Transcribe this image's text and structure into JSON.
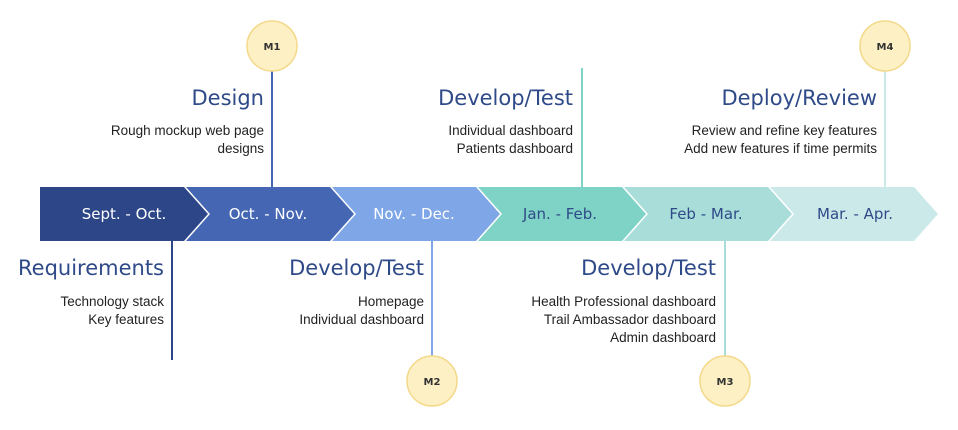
{
  "timeline": {
    "periods": [
      {
        "label": "Sept. - Oct.",
        "fill": "#2c4688",
        "text_color": "#ffffff"
      },
      {
        "label": "Oct. - Nov.",
        "fill": "#4466b3",
        "text_color": "#ffffff"
      },
      {
        "label": "Nov. - Dec.",
        "fill": "#7fa6e6",
        "text_color": "#ffffff"
      },
      {
        "label": "Jan. - Feb.",
        "fill": "#7fd3c6",
        "text_color": "#2f4a88"
      },
      {
        "label": "Feb - Mar.",
        "fill": "#a9ddd9",
        "text_color": "#2f4a88"
      },
      {
        "label": "Mar. - Apr.",
        "fill": "#cce9ea",
        "text_color": "#2f4a88"
      }
    ]
  },
  "phases": [
    {
      "title": "Requirements",
      "items": [
        "Technology stack",
        "Key features"
      ],
      "line_color": "#2c4688"
    },
    {
      "title": "Design",
      "items": [
        "Rough mockup web page",
        "designs"
      ],
      "line_color": "#4466b3"
    },
    {
      "title": "Develop/Test",
      "items": [
        "Homepage",
        "Individual dashboard"
      ],
      "line_color": "#7fa6e6"
    },
    {
      "title": "Develop/Test",
      "items": [
        "Individual dashboard",
        "Patients dashboard"
      ],
      "line_color": "#7fd3c6"
    },
    {
      "title": "Develop/Test",
      "items": [
        "Health Professional dashboard",
        "Trail Ambassador dashboard",
        "Admin dashboard"
      ],
      "line_color": "#a9ddd9"
    },
    {
      "title": "Deploy/Review",
      "items": [
        "Review and refine key features",
        "Add new features if time permits"
      ],
      "line_color": "#cce9ea"
    }
  ],
  "milestones": [
    "M1",
    "M2",
    "M3",
    "M4"
  ],
  "colors": {
    "milestone_fill": "#fdf0c4",
    "milestone_stroke": "#f3d98a",
    "milestone_text": "#333333",
    "title": "#2f4a88"
  }
}
